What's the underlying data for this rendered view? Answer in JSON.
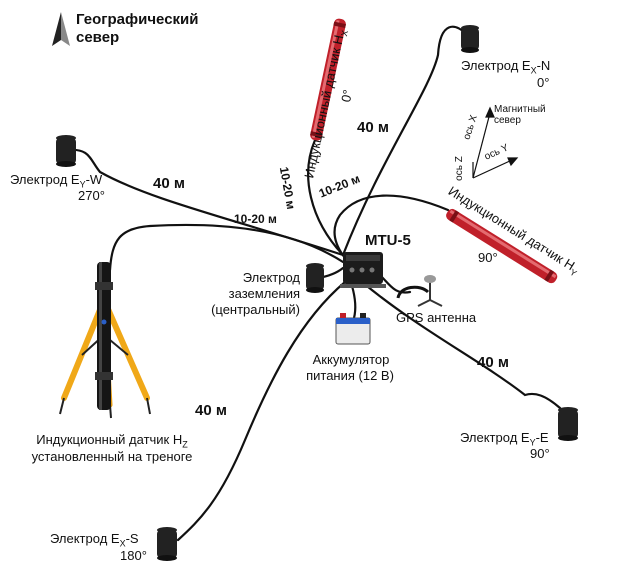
{
  "north": {
    "line1": "Географический",
    "line2": "север"
  },
  "sensor_hx": {
    "title": "Индукционный датчик H",
    "sub": "X",
    "angle": "0°"
  },
  "sensor_hy": {
    "title": "Индукционный датчик H",
    "sub": "Y",
    "angle": "90°"
  },
  "sensor_hz": {
    "line1_text": "Индукционный датчик H",
    "line1_sub": "Z",
    "line2": "установленный на треноге"
  },
  "electrode_n": {
    "text": "Электрод E",
    "sub": "X",
    "suffix": "-N",
    "angle": "0°"
  },
  "electrode_w": {
    "text": "Электрод E",
    "sub": "Y",
    "suffix": "-W",
    "angle": "270°"
  },
  "electrode_e": {
    "text": "Электрод E",
    "sub": "Y",
    "suffix": "-E",
    "angle": "90°"
  },
  "electrode_s": {
    "text": "Электрод E",
    "sub": "X",
    "suffix": "-S",
    "angle": "180°"
  },
  "ground": {
    "line1": "Электрод",
    "line2": "заземления",
    "line3": "(центральный)"
  },
  "battery": {
    "line1": "Аккумулятор",
    "line2": "питания (12 В)"
  },
  "gps": {
    "label": "GPS антенна"
  },
  "mtu": {
    "label": "MTU-5"
  },
  "distances": {
    "ne": "40 м",
    "w": "40 м",
    "e": "40 м",
    "s": "40 м",
    "hx_cable": "10-20 м",
    "hy_cable": "10-20 м",
    "hz_cable": "10-20 м"
  },
  "axes": {
    "magnetic_line1": "Магнитный",
    "magnetic_line2": "север",
    "x": "ось X",
    "y": "ось Y",
    "z": "ось Z"
  },
  "colors": {
    "sensor": "#c0202a",
    "tripod": "#f0a818",
    "cable": "#111111"
  }
}
